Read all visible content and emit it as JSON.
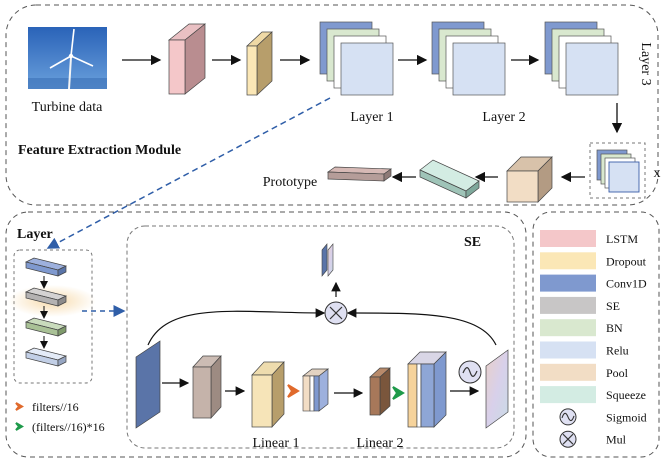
{
  "top": {
    "input_label": "Turbine data",
    "layer1_label": "Layer 1",
    "layer2_label": "Layer 2",
    "layer3_label": "Layer 3",
    "module_label": "Feature Extraction Module",
    "prototype_label": "Prototype",
    "x_label": "x"
  },
  "layer_panel": {
    "title": "Layer",
    "notes": [
      {
        "text": "filters//16",
        "arrow": "orange-chevron-icon",
        "color": "#e06a2c"
      },
      {
        "text": "(filters//16)*16",
        "arrow": "green-chevron-icon",
        "color": "#1e9a4a"
      }
    ]
  },
  "se": {
    "title": "SE",
    "linear1_label": "Linear 1",
    "linear2_label": "Linear 2",
    "mul_icon": "mul-circle-x-icon",
    "sigmoid_icon": "sigmoid-wave-circle-icon"
  },
  "legend": {
    "items": [
      {
        "label": "LSTM",
        "color": "#f4c7c9"
      },
      {
        "label": "Dropout",
        "color": "#fbe7b6"
      },
      {
        "label": "Conv1D",
        "color": "#7f99cf"
      },
      {
        "label": "SE",
        "color": "#c8c6c6"
      },
      {
        "label": "BN",
        "color": "#d9e8cf"
      },
      {
        "label": "Relu",
        "color": "#d6e1f3"
      },
      {
        "label": "Pool",
        "color": "#f2ddc5"
      },
      {
        "label": "Squeeze",
        "color": "#d3ece3"
      },
      {
        "label": "Sigmoid",
        "icon": "sigmoid-wave-circle-icon"
      },
      {
        "label": "Mul",
        "icon": "mul-circle-x-icon"
      }
    ]
  },
  "colors": {
    "arrow": "#111111",
    "dashed_link": "#2f5ea8",
    "border": "#555555",
    "highlight": "#f7d9a8"
  }
}
